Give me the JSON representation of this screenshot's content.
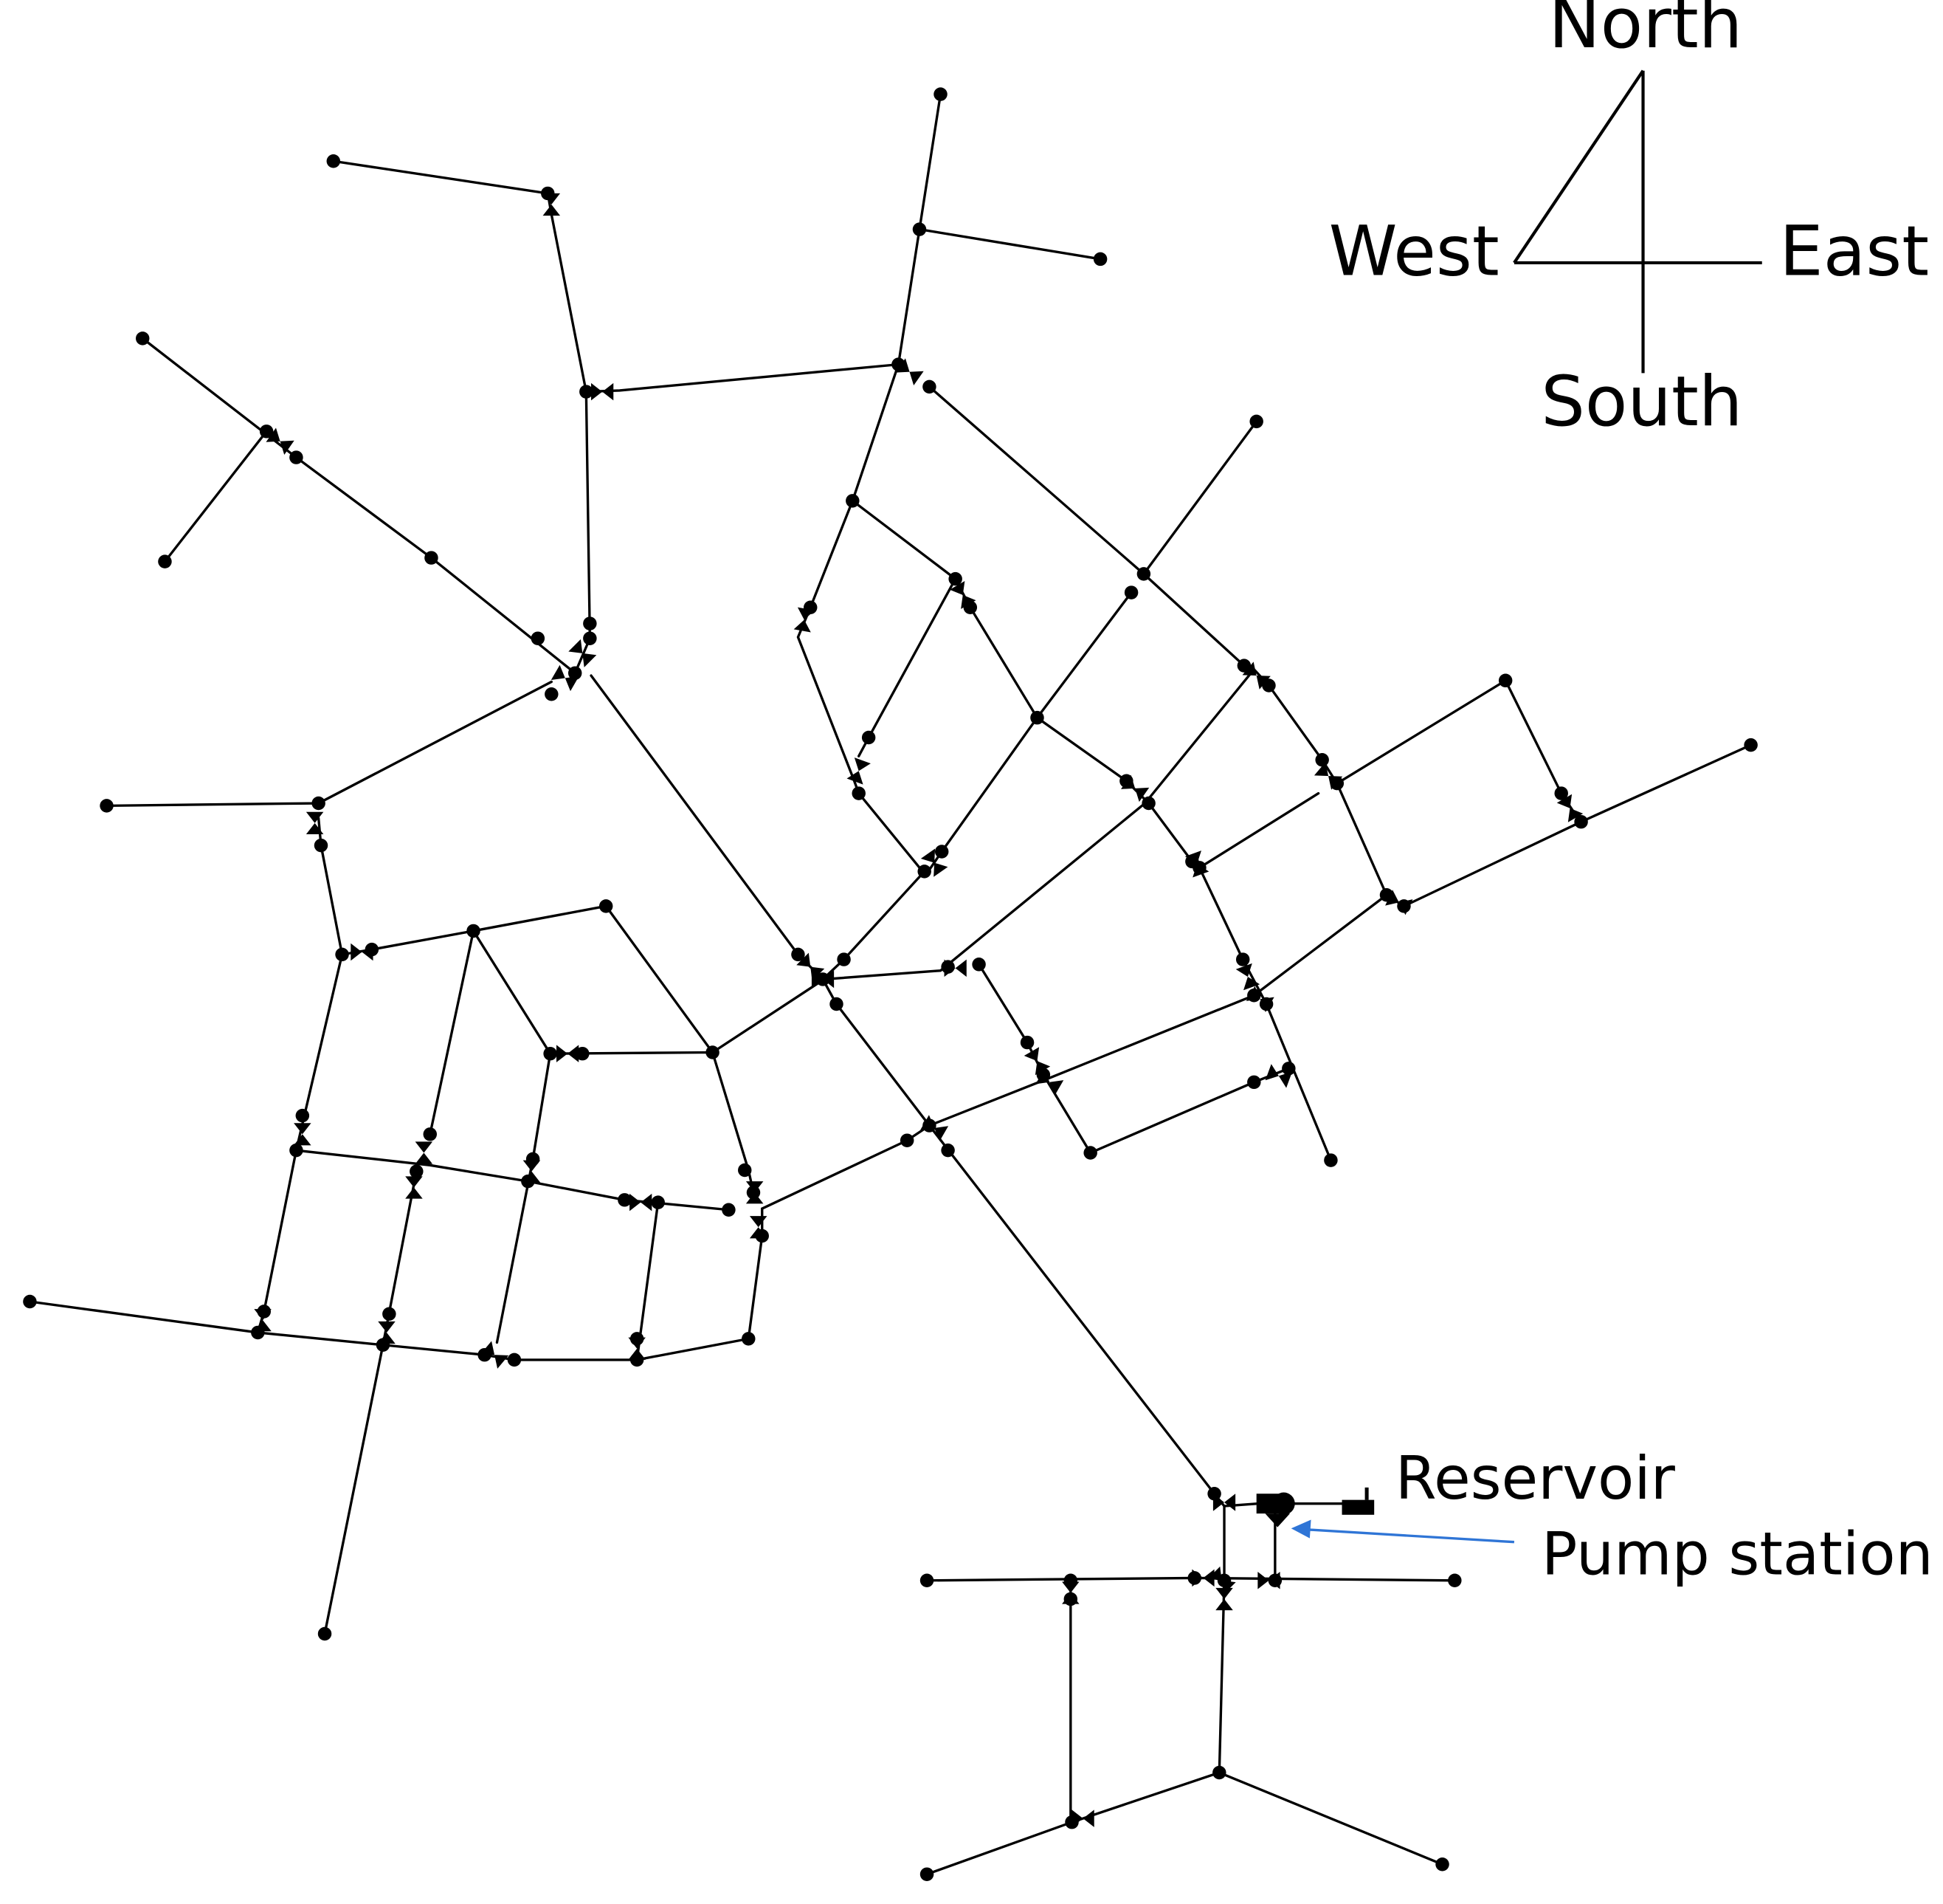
{
  "compass": {
    "north": "North",
    "south": "South",
    "east": "East",
    "west": "West"
  },
  "callouts": {
    "reservoir": "Reservoir",
    "pump_station": "Pump station"
  },
  "colors": {
    "network": "#000000",
    "pointer_arrow": "#2f75d6",
    "background": "#ffffff"
  },
  "icons": {
    "junction": "filled-circle-node",
    "valve": "bowtie-valve-icon",
    "reservoir": "reservoir-tank-icon",
    "pump": "pump-icon"
  }
}
